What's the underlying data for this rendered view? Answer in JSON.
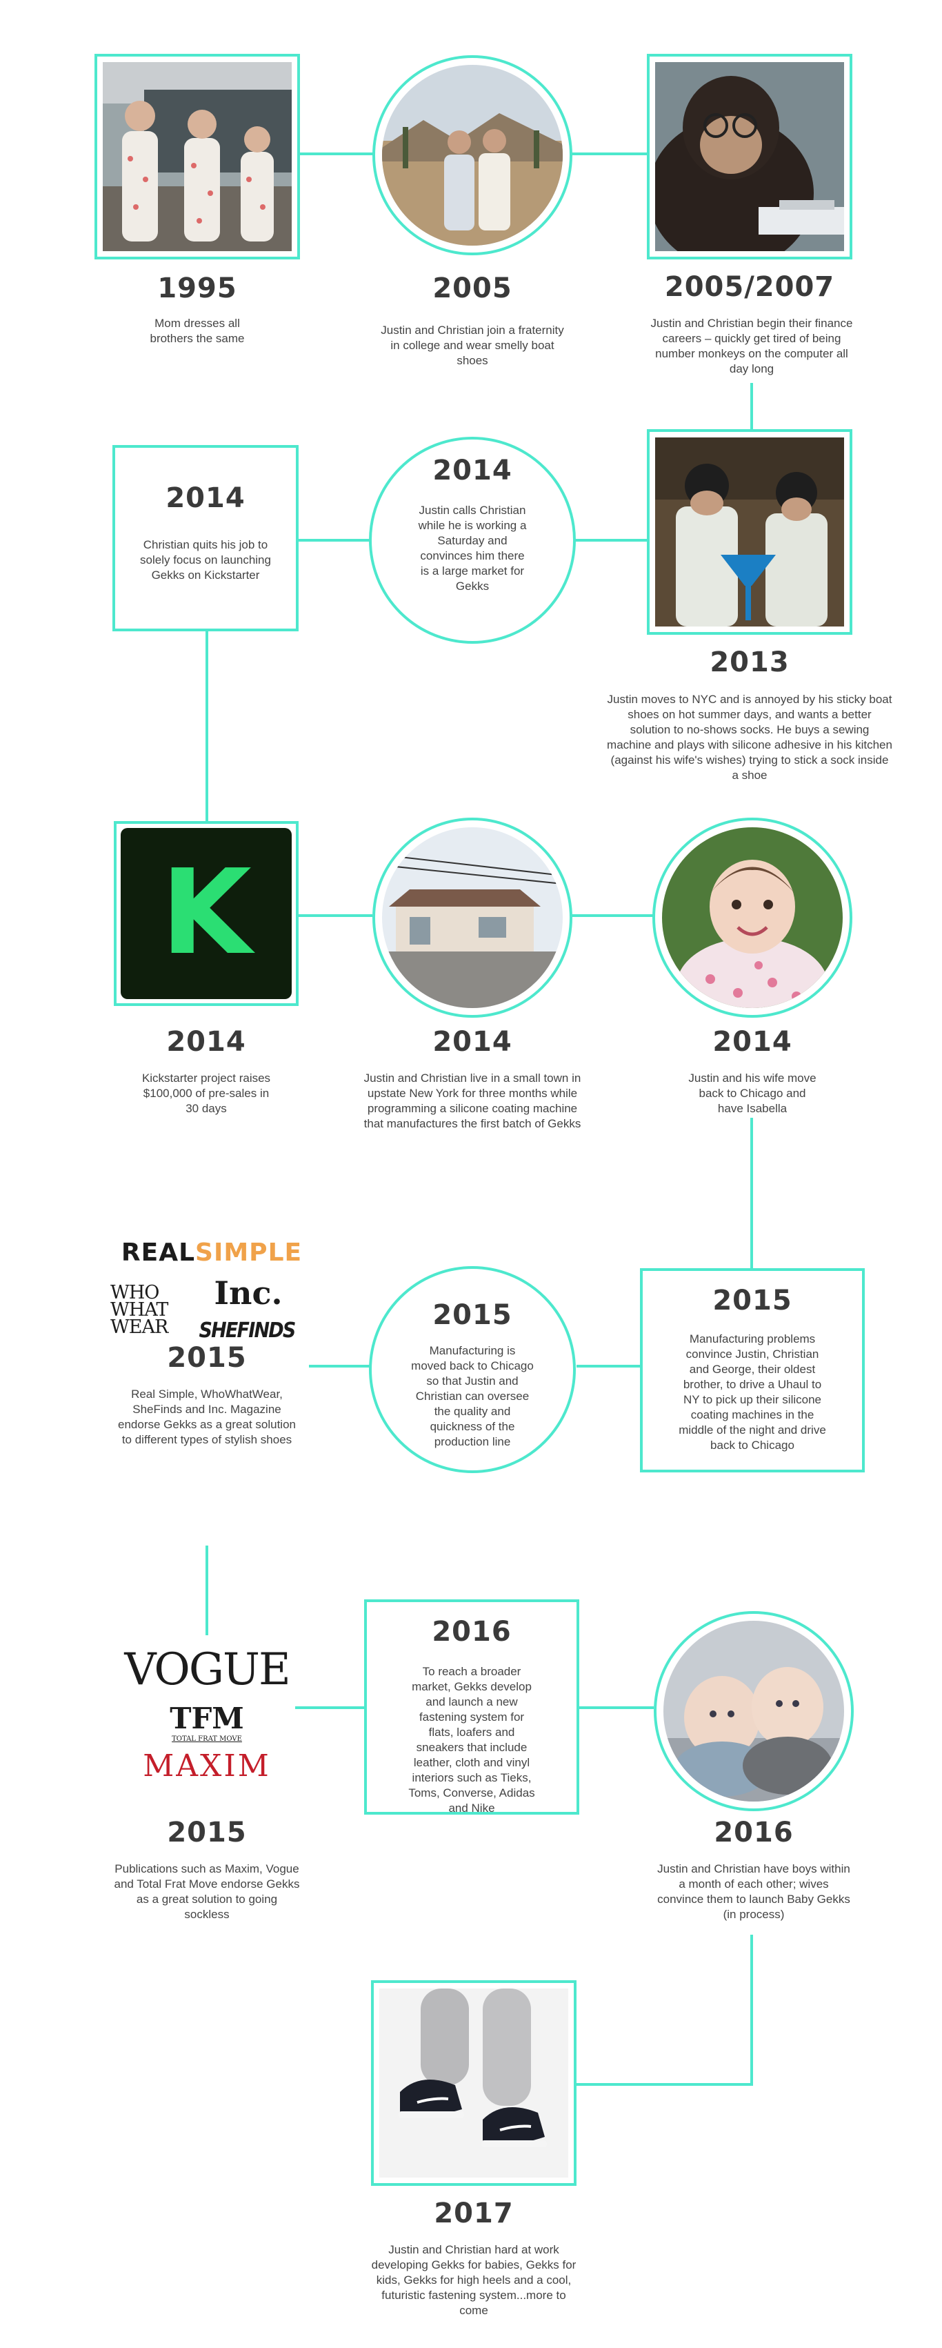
{
  "colors": {
    "accent": "#4de8cd",
    "text": "#3a3a3a",
    "realsimple_orange": "#f0a24a",
    "maxim_red": "#c41e2a",
    "kickstarter_green": "#2bde73"
  },
  "events": [
    {
      "year": "1995",
      "text": "Mom dresses all brothers the same",
      "image": "three-brothers-photo"
    },
    {
      "year": "2005",
      "text": "Justin and Christian join a fraternity in college and wear smelly boat shoes",
      "image": "brothers-desert-photo"
    },
    {
      "year": "2005/2007",
      "text": "Justin and Christian begin their finance careers – quickly get tired of being number monkeys on the computer all day long",
      "image": "chimp-computer-photo"
    },
    {
      "year": "2014",
      "text": "Christian quits his job to solely focus on launching Gekks on Kickstarter"
    },
    {
      "year": "2014",
      "text": "Justin calls Christian while he is working a Saturday and convinces him there is a large market for Gekks"
    },
    {
      "year": "2013",
      "text": "Justin moves to NYC and is annoyed by his sticky boat shoes on hot summer days, and wants a better solution to no-shows socks. He buys a sewing machine and plays with silicone adhesive in his kitchen (against his wife's wishes) trying to stick a sock inside a shoe",
      "image": "lab-photo"
    },
    {
      "year": "2014",
      "text": "Kickstarter project raises $100,000 of pre-sales in 30 days",
      "image": "kickstarter-logo",
      "logo_letter": "K"
    },
    {
      "year": "2014",
      "text": "Justin and Christian live in a small town in upstate New York for three months while programming a silicone coating machine that manufactures the first batch of Gekks",
      "image": "factory-building-photo"
    },
    {
      "year": "2014",
      "text": "Justin and his wife move back to Chicago and have Isabella",
      "image": "baby-isabella-photo"
    },
    {
      "year": "2015",
      "text": "Real Simple, WhoWhatWear, SheFinds and Inc. Magazine endorse Gekks as a great solution to different types of stylish shoes"
    },
    {
      "year": "2015",
      "text": "Manufacturing is moved back to Chicago so that Justin and Christian can oversee the quality and quickness of the production line"
    },
    {
      "year": "2015",
      "text": "Manufacturing problems convince Justin, Christian and George, their oldest brother, to drive a Uhaul to NY to pick up their silicone coating machines in the middle of the night and drive back to Chicago"
    },
    {
      "year": "2016",
      "text": "To reach a broader market, Gekks develop and launch a new fastening system for flats, loafers and sneakers that include leather, cloth and vinyl interiors such as Tieks, Toms, Converse, Adidas and Nike"
    },
    {
      "year": "2015",
      "text": "Publications such as Maxim, Vogue and Total Frat Move endorse Gekks as a great solution to going sockless"
    },
    {
      "year": "2016",
      "text": "Justin and Christian have boys within a month of each other; wives convince them to launch Baby Gekks (in process)",
      "image": "two-babies-photo"
    },
    {
      "year": "2017",
      "text": "Justin and Christian hard at work developing Gekks for babies, Gekks for kids, Gekks for high heels and a cool, futuristic fastening system...more to come",
      "image": "baby-sneakers-photo"
    }
  ],
  "press_2015": {
    "real": "REAL",
    "simple": "SIMPLE",
    "who1": "WHO",
    "who2": "WHAT",
    "who3": "WEAR",
    "inc": "Inc.",
    "shefinds": "SHEFINDS"
  },
  "press_2016": {
    "vogue": "VOGUE",
    "tfm": "TFM",
    "tfm_sub": "TOTAL FRAT MOVE",
    "maxim": "MAXIM"
  }
}
